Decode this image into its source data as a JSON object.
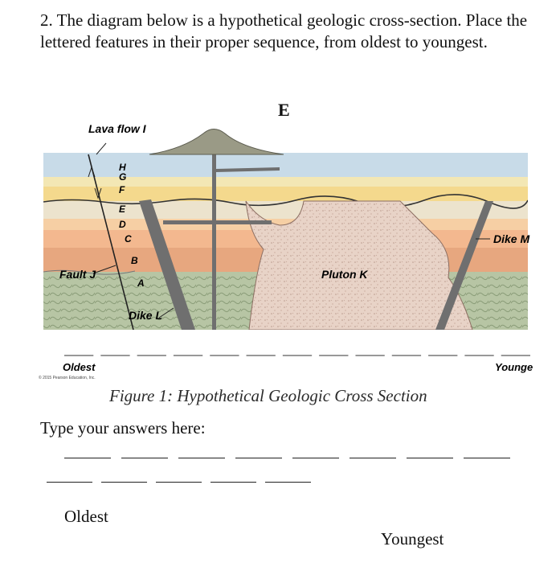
{
  "question": {
    "text": "2. The diagram below is a hypothetical geologic cross-section. Place the lettered features in their proper sequence, from oldest to youngest."
  },
  "diagram": {
    "top_label": "E",
    "labels": {
      "lava_flow": "Lava flow I",
      "fault": "Fault J",
      "dike_l": "Dike L",
      "dike_m": "Dike M",
      "pluton": "Pluton K"
    },
    "layer_letters": [
      "H",
      "G",
      "F",
      "E",
      "D",
      "C",
      "B",
      "A"
    ],
    "scale": {
      "oldest": "Oldest",
      "youngest": "Youngest",
      "blank_count": 13
    },
    "credit": "© 2015 Pearson Education, Inc.",
    "caption": "Figure 1: Hypothetical Geologic Cross Section"
  },
  "answer": {
    "prompt": "Type your answers here:",
    "row1_blank_count": 8,
    "row2_blank_count": 5,
    "oldest": "Oldest",
    "youngest": "Youngest"
  }
}
